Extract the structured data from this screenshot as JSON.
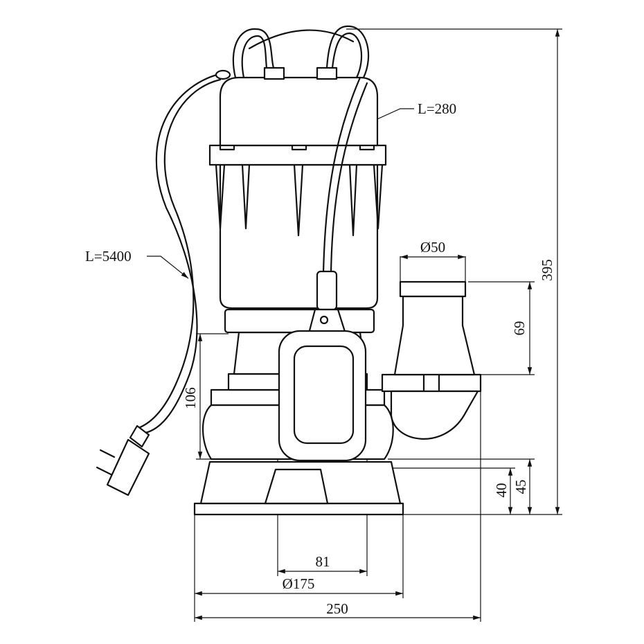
{
  "drawing": {
    "colors": {
      "line": "#111111",
      "background": "#ffffff"
    },
    "labels": {
      "cable_float": "L=280",
      "cable_power": "L=5400",
      "outlet_diameter": "Ø50",
      "total_height": "395",
      "outlet_height": "69",
      "volute_height": "106",
      "foot_height_40": "40",
      "foot_height_45": "45",
      "inlet_width": "81",
      "base_diameter": "Ø175",
      "total_width": "250"
    }
  }
}
